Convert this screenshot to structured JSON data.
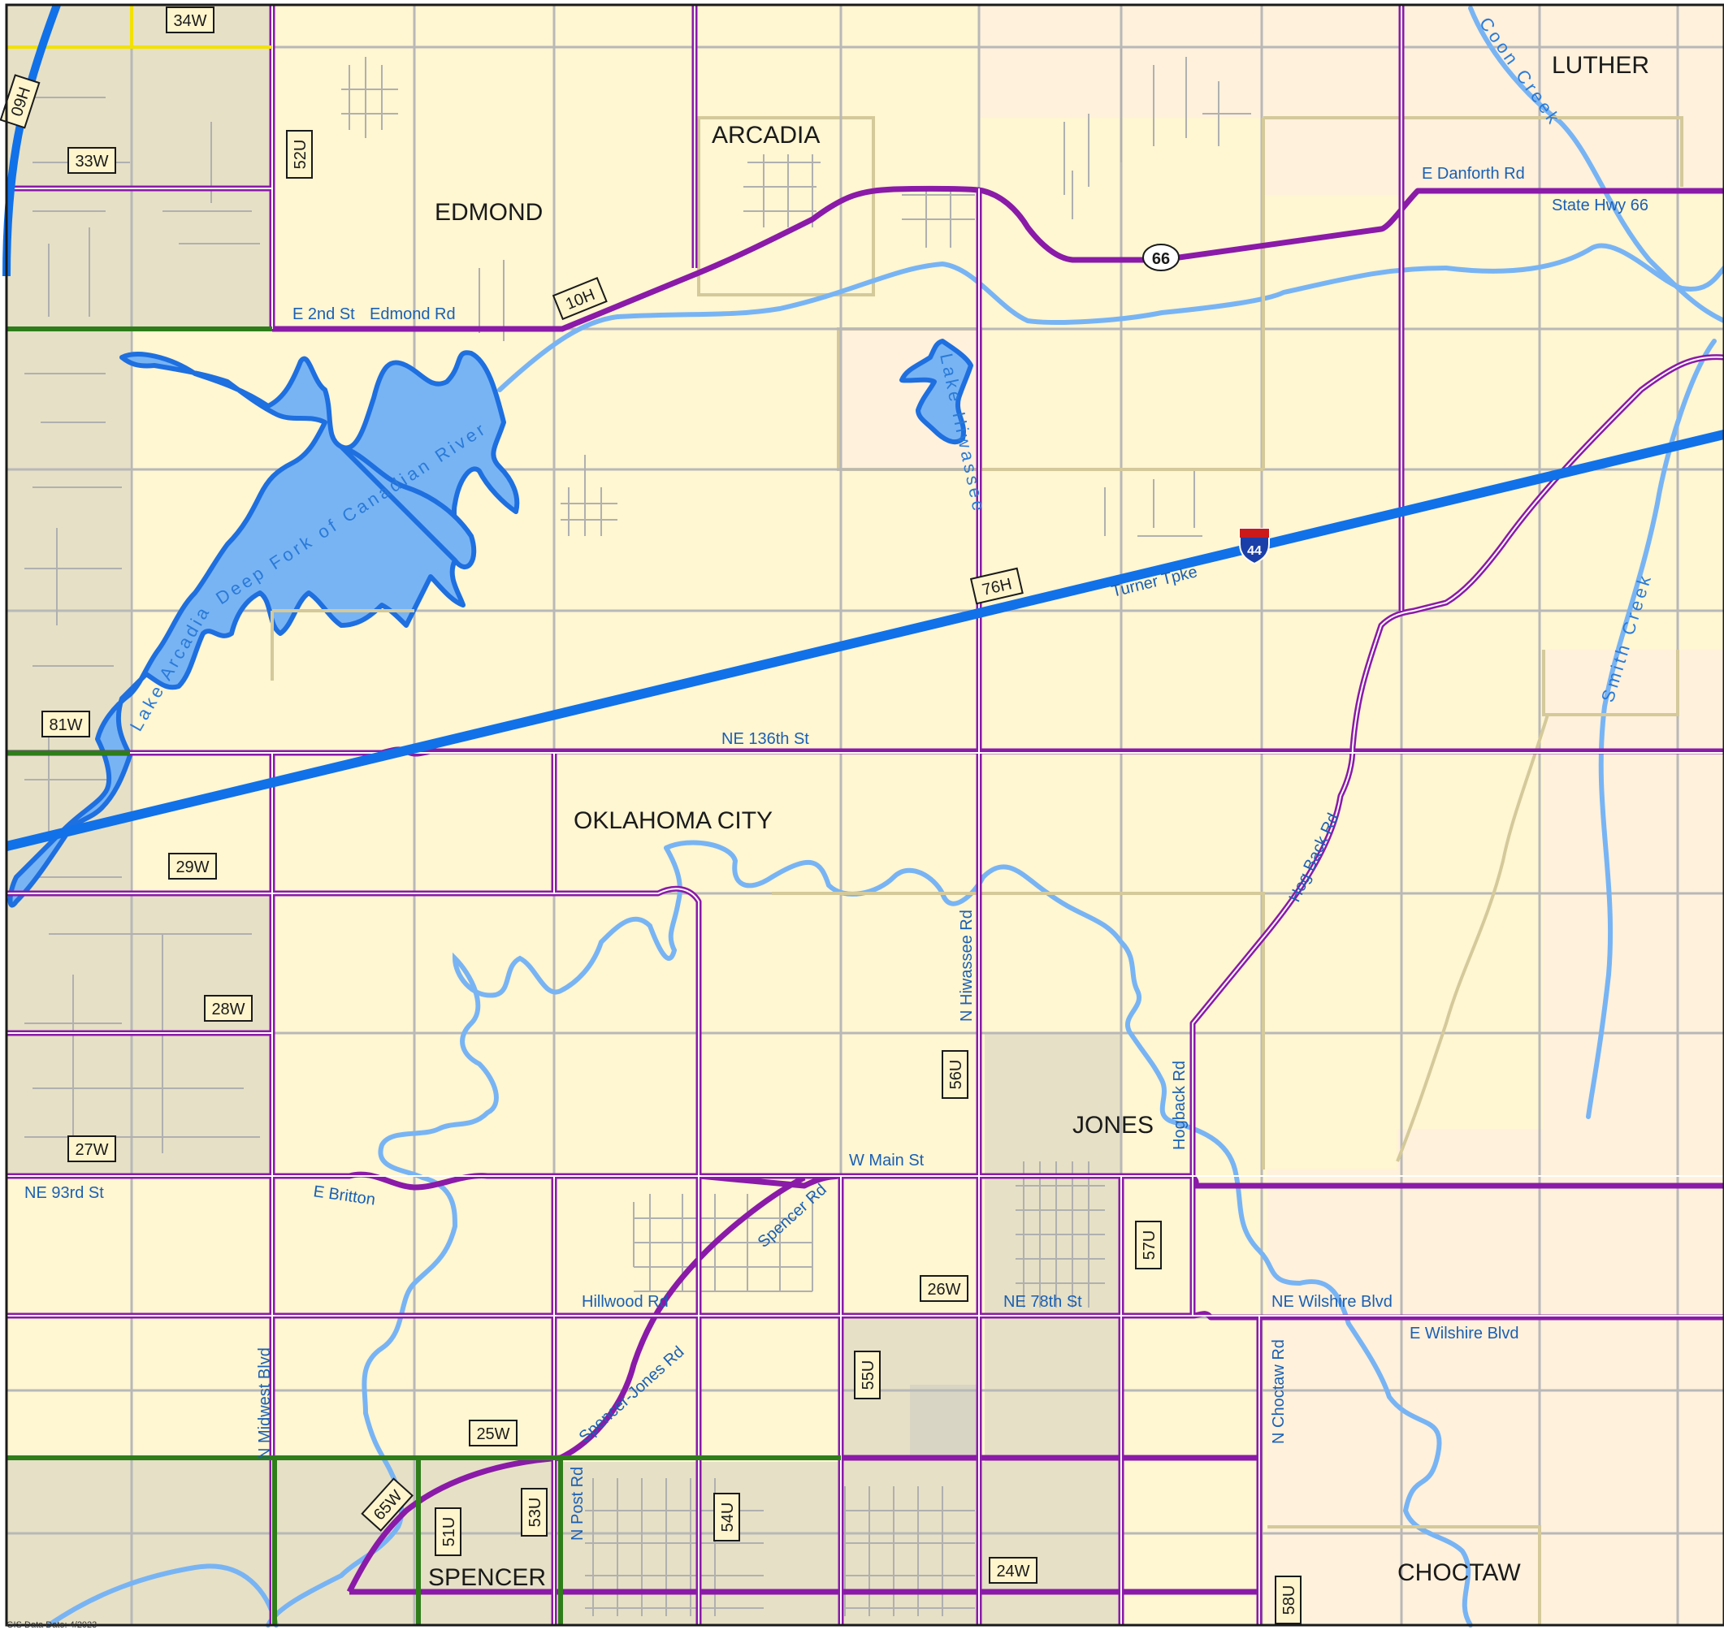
{
  "map": {
    "colors": {
      "land": "#fff6d2",
      "land_east": "#fff1dc",
      "urban": "#e6e0c6",
      "local_road": "#b8b8b8",
      "arterial": "#8a1aa8",
      "arterial_secondary": "#2e7d1a",
      "interstate": "#1171e8",
      "water": "#78b4f4",
      "water_outline": "#1e6fe0",
      "boundary": "#d4c99a"
    },
    "places": [
      {
        "name": "LUTHER"
      },
      {
        "name": "ARCADIA"
      },
      {
        "name": "EDMOND"
      },
      {
        "name": "OKLAHOMA CITY"
      },
      {
        "name": "JONES"
      },
      {
        "name": "SPENCER"
      },
      {
        "name": "CHOCTAW"
      }
    ],
    "road_labels": [
      {
        "text": "E Danforth Rd"
      },
      {
        "text": "State Hwy 66"
      },
      {
        "text": "E 2nd St"
      },
      {
        "text": "Edmond Rd"
      },
      {
        "text": "Turner Tpke"
      },
      {
        "text": "NE 136th St"
      },
      {
        "text": "Hog Back Rd"
      },
      {
        "text": "N Hiwassee Rd"
      },
      {
        "text": "Hogback Rd"
      },
      {
        "text": "W Main St"
      },
      {
        "text": "NE 93rd St"
      },
      {
        "text": "E Britton"
      },
      {
        "text": "Spencer Rd"
      },
      {
        "text": "Hillwood Rd"
      },
      {
        "text": "NE 78th St"
      },
      {
        "text": "NE Wilshire Blvd"
      },
      {
        "text": "E Wilshire Blvd"
      },
      {
        "text": "N Choctaw Rd"
      },
      {
        "text": "N Midwest Blvd"
      },
      {
        "text": "Spencer-Jones Rd"
      },
      {
        "text": "N Post Rd"
      }
    ],
    "water_labels": [
      {
        "text": "Coon Creek"
      },
      {
        "text": "Smith Creek"
      },
      {
        "text": "Deep Fork of Canadian River"
      },
      {
        "text": "Lake Arcadia"
      },
      {
        "text": "Lake Hiwassee"
      }
    ],
    "grid_tags": [
      {
        "text": "34W"
      },
      {
        "text": "33W"
      },
      {
        "text": "09H"
      },
      {
        "text": "52U"
      },
      {
        "text": "10H"
      },
      {
        "text": "76H"
      },
      {
        "text": "81W"
      },
      {
        "text": "29W"
      },
      {
        "text": "28W"
      },
      {
        "text": "27W"
      },
      {
        "text": "56U"
      },
      {
        "text": "57U"
      },
      {
        "text": "26W"
      },
      {
        "text": "55U"
      },
      {
        "text": "25W"
      },
      {
        "text": "65W"
      },
      {
        "text": "51U"
      },
      {
        "text": "53U"
      },
      {
        "text": "54U"
      },
      {
        "text": "24W"
      },
      {
        "text": "58U"
      }
    ],
    "shields": {
      "state_hwy": "66",
      "interstate": "44"
    },
    "footer_text": "GIS Data Date: 4/2023"
  }
}
